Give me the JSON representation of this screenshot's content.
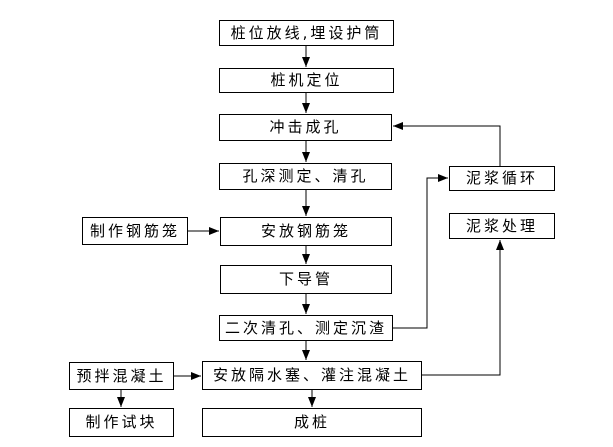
{
  "nodes": {
    "layout_casing": {
      "label": "桩位放线,埋设护筒"
    },
    "rig_position": {
      "label": "桩机定位"
    },
    "impact_drill": {
      "label": "冲击成孔"
    },
    "depth_clean": {
      "label": "孔深测定、清孔"
    },
    "make_cage": {
      "label": "制作钢筋笼"
    },
    "place_cage": {
      "label": "安放钢筋笼"
    },
    "lower_conduit": {
      "label": "下导管"
    },
    "second_clean": {
      "label": "二次清孔、测定沉渣"
    },
    "premix_concrete": {
      "label": "预拌混凝土"
    },
    "place_plug_pour": {
      "label": "安放隔水塞、灌注混凝土"
    },
    "make_test_block": {
      "label": "制作试块"
    },
    "pile_done": {
      "label": "成桩"
    },
    "mud_circulation": {
      "label": "泥浆循环"
    },
    "mud_treatment": {
      "label": "泥浆处理"
    }
  },
  "edges": [
    {
      "from": "layout_casing",
      "to": "rig_position"
    },
    {
      "from": "rig_position",
      "to": "impact_drill"
    },
    {
      "from": "impact_drill",
      "to": "depth_clean"
    },
    {
      "from": "depth_clean",
      "to": "place_cage"
    },
    {
      "from": "make_cage",
      "to": "place_cage"
    },
    {
      "from": "place_cage",
      "to": "lower_conduit"
    },
    {
      "from": "lower_conduit",
      "to": "second_clean"
    },
    {
      "from": "second_clean",
      "to": "place_plug_pour"
    },
    {
      "from": "second_clean",
      "to": "mud_circulation"
    },
    {
      "from": "mud_circulation",
      "to": "impact_drill"
    },
    {
      "from": "premix_concrete",
      "to": "place_plug_pour"
    },
    {
      "from": "premix_concrete",
      "to": "make_test_block"
    },
    {
      "from": "place_plug_pour",
      "to": "mud_treatment"
    },
    {
      "from": "place_plug_pour",
      "to": "pile_done"
    }
  ],
  "colors": {
    "background": "#ffffff",
    "line": "#000000",
    "box_border": "#000000",
    "text": "#000000"
  }
}
